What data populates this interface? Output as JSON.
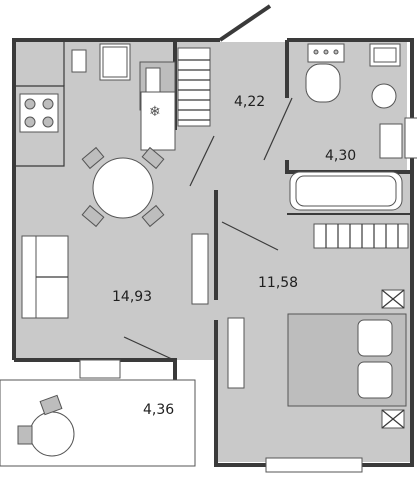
{
  "floorplan": {
    "rooms": [
      {
        "id": "kitchen-living",
        "area": "14,93"
      },
      {
        "id": "hallway",
        "area": "4,22"
      },
      {
        "id": "bathroom",
        "area": "4,30"
      },
      {
        "id": "bedroom",
        "area": "11,58"
      },
      {
        "id": "balcony",
        "area": "4,36"
      }
    ],
    "colors": {
      "floor": "#c9c9c9",
      "wall": "#3a3a3a",
      "furniture": "#bdbdbd",
      "background": "#ffffff"
    }
  }
}
